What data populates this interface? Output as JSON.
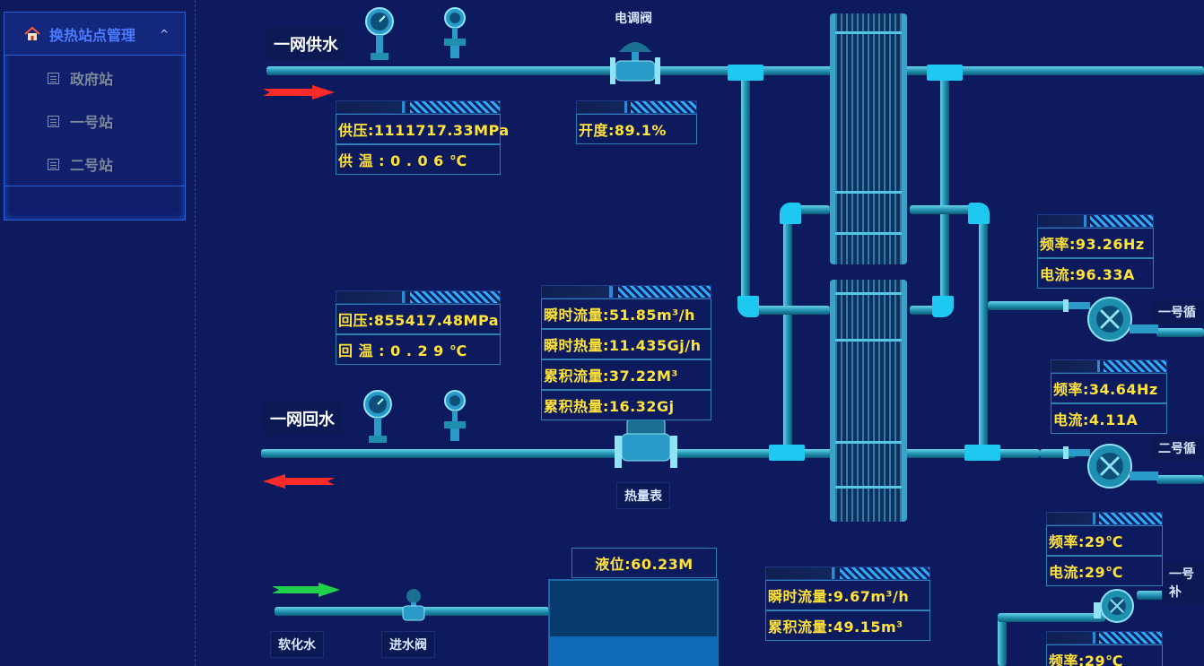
{
  "sidebar": {
    "menu": {
      "title": "换热站点管理",
      "items": [
        {
          "label": "政府站"
        },
        {
          "label": "一号站"
        },
        {
          "label": "二号站"
        }
      ]
    }
  },
  "scene": {
    "supply_label": "一网供水",
    "return_label": "一网回水",
    "valve_label": "电调阀",
    "heat_meter_label": "热量表",
    "softened_water_label": "软化水",
    "inlet_valve_label": "进水阀",
    "supply": {
      "pressure": "供压:1111717.33MPa",
      "temp": "供 温 : 0 . 0 6 ℃"
    },
    "valve_open": "开度:89.1%",
    "ret": {
      "pressure": "回压:855417.48MPa",
      "temp": "回 温 : 0 . 2 9 ℃"
    },
    "meter": {
      "inst_flow": "瞬时流量:51.85m³/h",
      "inst_heat": "瞬时热量:11.435Gj/h",
      "cum_flow": "累积流量:37.22M³",
      "cum_heat": "累积热量:16.32Gj"
    },
    "pump1": {
      "freq": "频率:93.26Hz",
      "current": "电流:96.33A",
      "label": "一号循"
    },
    "pump2": {
      "freq": "频率:34.64Hz",
      "current": "电流:4.11A",
      "label": "二号循"
    },
    "pump3": {
      "freq": "频率:29℃",
      "current": "电流:29℃",
      "label": "一号补"
    },
    "pump4": {
      "freq": "频率:29℃"
    },
    "level": "液位:60.23M",
    "makeup": {
      "inst_flow": "瞬时流量:9.67m³/h",
      "cum_flow": "累积流量:49.15m³"
    }
  },
  "colors": {
    "background": "#0d1b5e",
    "value_text": "#ffe23a",
    "pipe": "#1f8fb0",
    "supply_arrow": "#ff2a2a",
    "water_arrow": "#1fd04a"
  },
  "icons": [
    "house-icon",
    "chevron-up-icon",
    "document-icon",
    "pressure-gauge-icon",
    "valve-icon",
    "pump-icon",
    "arrow-icon"
  ]
}
